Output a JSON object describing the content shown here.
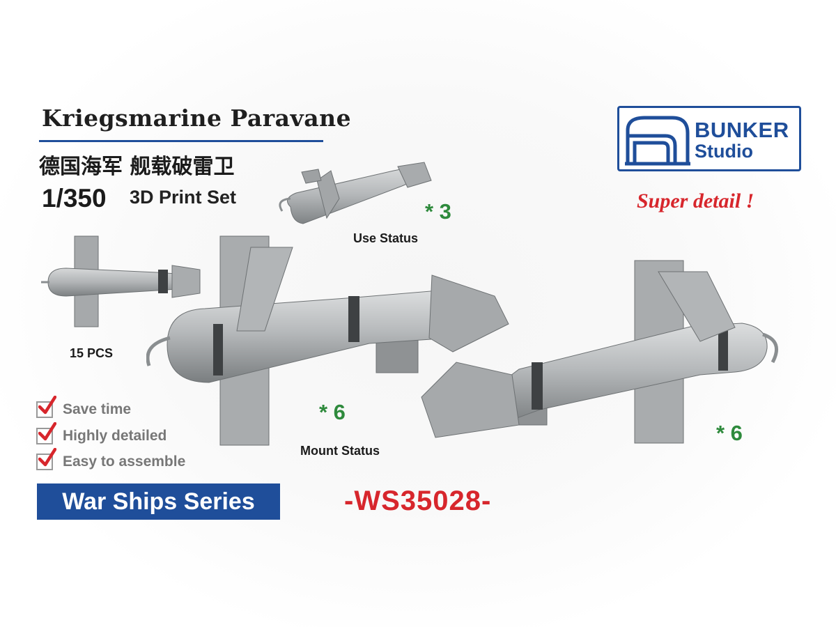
{
  "header": {
    "title": "Kriegsmarine Paravane",
    "title_cn": "德国海军 舰载破雷卫",
    "scale": "1/350",
    "set_type": "3D Print Set"
  },
  "brand": {
    "name_line1": "BUNKER",
    "name_line2": "Studio",
    "color": "#1f4e9a"
  },
  "tagline": "Super detail !",
  "captions": {
    "use_status": "Use Status",
    "use_count": "* 3",
    "pieces": "15 PCS",
    "mount_status": "Mount Status",
    "mount_count_left": "* 6",
    "mount_count_right": "* 6"
  },
  "features": [
    "Save time",
    "Highly detailed",
    "Easy to assemble"
  ],
  "series": "War Ships Series",
  "product_code": "-WS35028-",
  "colors": {
    "accent_red": "#d7262c",
    "count_green": "#2e8a3c",
    "model_grey": "#b4b7b9"
  },
  "icons": [
    "bunker-logo-icon",
    "checkmark-icon"
  ]
}
